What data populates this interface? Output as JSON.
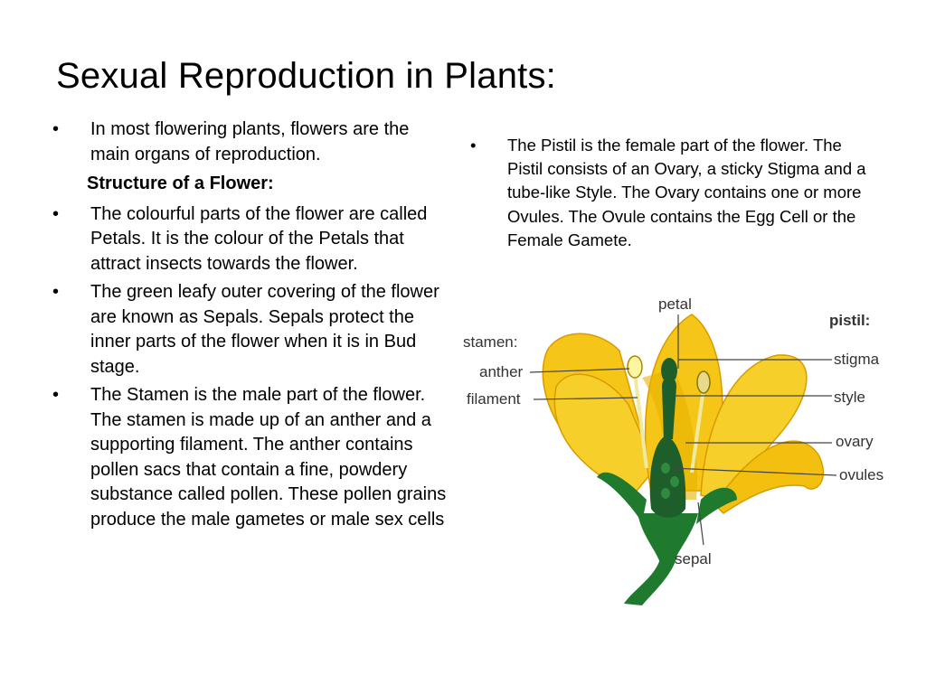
{
  "slide": {
    "title": "Sexual Reproduction in Plants:"
  },
  "left_column": {
    "bullet_symbol": "•",
    "intro": "In most flowering plants, flowers are the main organs of reproduction.",
    "subheading": "Structure of a Flower:",
    "points": [
      "The colourful parts of the flower are called  Petals. It is the colour of the Petals that attract  insects towards the flower.",
      "The green leafy outer covering of the flower  are known as Sepals. Sepals protect the inner parts of the flower when it is in Bud stage.",
      "The Stamen is the male part of the flower. The stamen is made up of an anther and a supporting filament. The anther contains pollen sacs that contain a fine, powdery substance called pollen. These pollen grains produce the male gametes or male sex cells"
    ]
  },
  "right_column": {
    "point": "The Pistil is the female part of the flower. The Pistil consists of an Ovary, a sticky Stigma and a tube-like Style. The Ovary contains one or more Ovules. The Ovule contains the Egg Cell or the Female Gamete."
  },
  "diagram": {
    "labels": {
      "petal": "petal",
      "stamen": "stamen:",
      "anther": "anther",
      "filament": "filament",
      "pistil": "pistil:",
      "stigma": "stigma",
      "style": "style",
      "ovary": "ovary",
      "ovules": "ovules",
      "sepal": "sepal"
    },
    "colors": {
      "petal_fill": "#f5c518",
      "petal_dark": "#e0a800",
      "sepal_green": "#1f7a2e",
      "pistil_green": "#1d5e2a",
      "line": "#444444"
    }
  }
}
